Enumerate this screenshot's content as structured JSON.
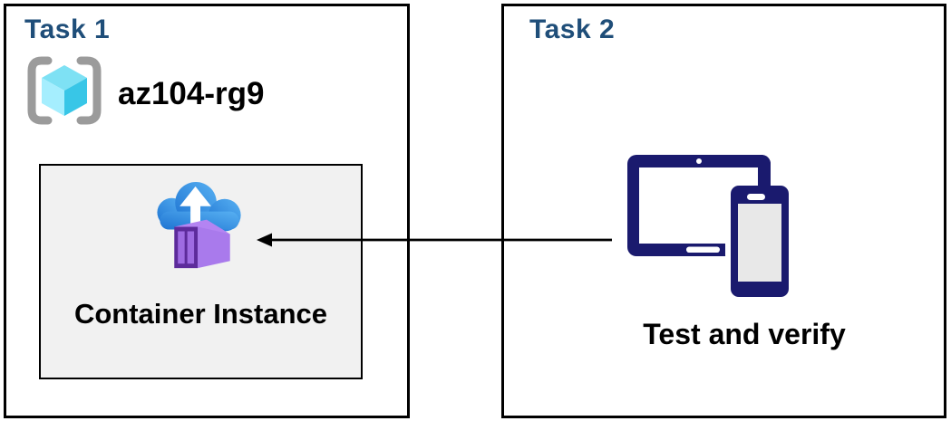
{
  "colors": {
    "title-blue": "#1F4E79",
    "outline-black": "#000000",
    "label-black": "#000000",
    "inner-box-bg": "#F1F1F1",
    "bracket-gray": "#9B9B9B",
    "cube-top": "#7EE1F4",
    "cube-left": "#A5EEFE",
    "cube-right": "#38C6E7",
    "cloud-dark": "#1E74D2",
    "cloud-light": "#57B0F2",
    "container-front": "#5D2B9B",
    "container-panel": "#9E6BE2",
    "container-side": "#A97AEC",
    "container-top": "#B484F2",
    "device-navy": "#1A1A6E",
    "phone-screen": "#E8E8E8",
    "arrow-black": "#000000"
  },
  "task1": {
    "title": "Task 1",
    "resource_group_name": "az104-rg9",
    "container_box": {
      "label": "Container Instance"
    }
  },
  "task2": {
    "title": "Task 2",
    "caption": "Test and verify"
  },
  "icons": {
    "resource_group": "azure-resource-group-icon",
    "container_instance": "azure-container-instance-icon",
    "devices": "tablet-and-phone-icon"
  },
  "arrow": {
    "direction": "right-to-left",
    "from": "devices",
    "to": "container-instance"
  }
}
